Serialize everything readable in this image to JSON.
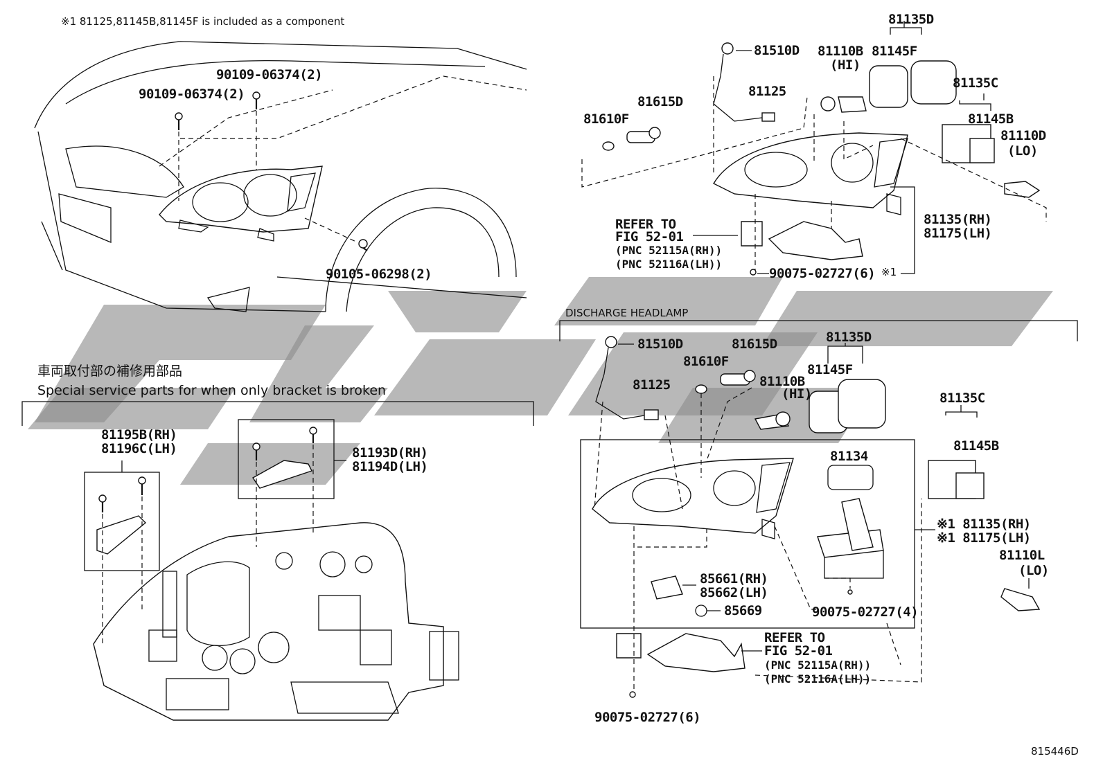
{
  "note_component": "※1 81125,81145B,81145F is included as a component",
  "section_discharge": "DISCHARGE HEADLAMP",
  "bracket_title_jp": "車両取付部の補修用部品",
  "bracket_title_en": "Special service parts for when only bracket is broken",
  "figure_id": "815446D",
  "car": {
    "bolt_a": "90109-06374(2)",
    "bolt_b": "90109-06374(2)",
    "bolt_c": "90105-06298(2)"
  },
  "halogen": {
    "p81135D": "81135D",
    "p81510D": "81510D",
    "p81110B": "81110B",
    "hi": "(HI)",
    "p81145F": "81145F",
    "p81615D": "81615D",
    "p81125": "81125",
    "p81135C": "81135C",
    "p81610F": "81610F",
    "p81145B": "81145B",
    "p81110D": "81110D",
    "lo": "(LO)",
    "refer1": "REFER TO",
    "refer2": "FIG 52-01",
    "refer3": "(PNC 52115A(RH))",
    "refer4": "(PNC 52116A(LH))",
    "rh": "81135(RH)",
    "lh": "81175(LH)",
    "bolt": "90075-02727(6)",
    "mark": "※1"
  },
  "discharge": {
    "p81510D": "81510D",
    "p81615D": "81615D",
    "p81135D": "81135D",
    "p81610F": "81610F",
    "p81145F": "81145F",
    "p81125": "81125",
    "p81110B": "81110B",
    "hi": "(HI)",
    "p81135C": "81135C",
    "p81134": "81134",
    "p81145B": "81145B",
    "rh": "※1 81135(RH)",
    "lh": "※1 81175(LH)",
    "p81110L": "81110L",
    "lo": "(LO)",
    "ign_rh": "85661(RH)",
    "ign_lh": "85662(LH)",
    "p85669": "85669",
    "bolt4": "90075-02727(4)",
    "refer1": "REFER TO",
    "refer2": "FIG 52-01",
    "refer3": "(PNC 52115A(RH))",
    "refer4": "(PNC 52116A(LH))",
    "bolt6": "90075-02727(6)"
  },
  "bracket": {
    "rh1": "81195B(RH)",
    "lh1": "81196C(LH)",
    "rh2": "81193D(RH)",
    "lh2": "81194D(LH)"
  }
}
